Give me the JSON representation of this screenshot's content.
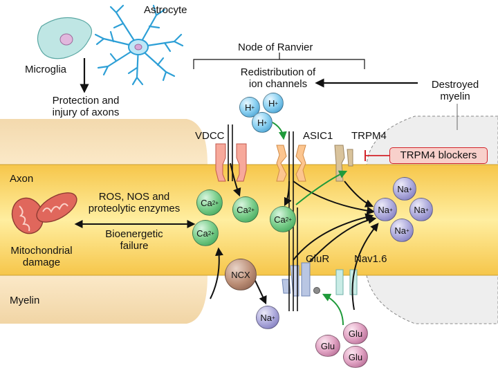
{
  "labels": {
    "astrocyte": "Astrocyte",
    "microglia": "Microglia",
    "protection_1": "Protection and",
    "protection_2": "injury of axons",
    "node": "Node of Ranvier",
    "redistribution_1": "Redistribution of",
    "redistribution_2": "ion channels",
    "destroyed_1": "Destroyed",
    "destroyed_2": "myelin",
    "vdcc": "VDCC",
    "asic1": "ASIC1",
    "trpm4": "TRPM4",
    "trpm4_blockers": "TRPM4 blockers",
    "axon": "Axon",
    "ros_1": "ROS, NOS and",
    "ros_2": "proteolytic enzymes",
    "bio_1": "Bioenergetic",
    "bio_2": "failure",
    "mito_1": "Mitochondrial",
    "mito_2": "damage",
    "myelin": "Myelin",
    "ncx": "NCX",
    "glur": "GluR",
    "nav16": "Nav1.6"
  },
  "ions": {
    "ca_symbol": "Ca",
    "ca_charge": "2+",
    "na_symbol": "Na",
    "na_charge": "+",
    "h_symbol": "H",
    "h_charge": "+",
    "glu": "Glu"
  },
  "colors": {
    "axon_fill": "#fde27a",
    "myelin_fill": "#f8dfa8",
    "calcium": "#56b86a",
    "sodium": "#9a96d3",
    "proton": "#5bb8e6",
    "glutamate": "#d58fb4",
    "arrow_green": "#1f9a3a",
    "blocker_red": "#d2232a"
  }
}
